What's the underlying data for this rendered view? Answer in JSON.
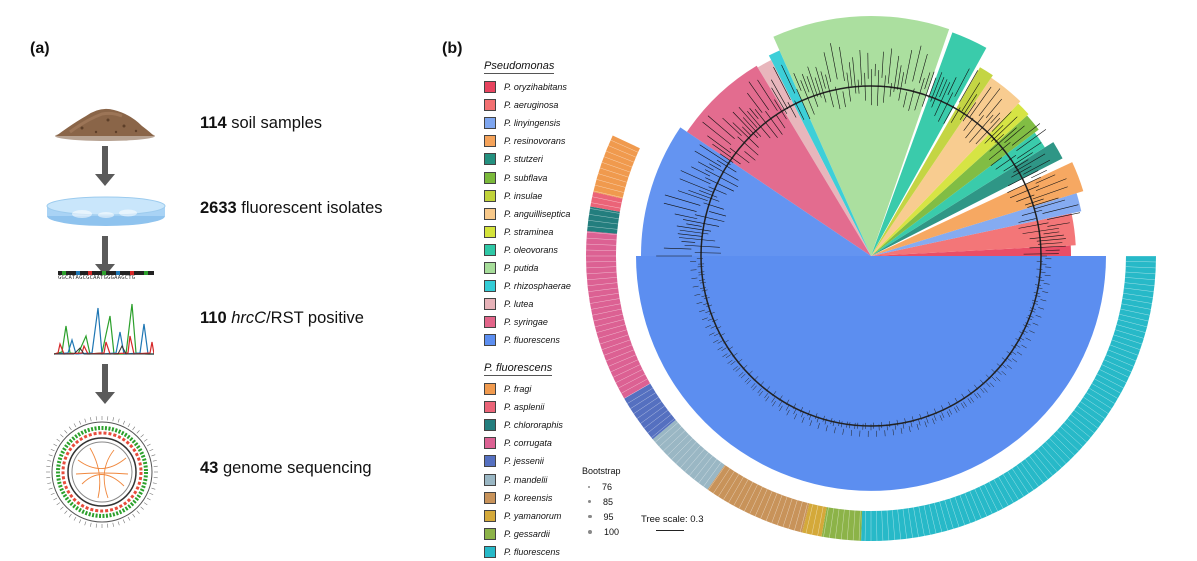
{
  "panel_a": {
    "label": "(a)",
    "steps": [
      {
        "count": "114",
        "text": " soil samples",
        "italic": "",
        "tail": ""
      },
      {
        "count": "2633",
        "text": " fluorescent isolates",
        "italic": "",
        "tail": ""
      },
      {
        "count": "110",
        "text": " ",
        "italic": "hrcC",
        "tail": "/RST positive"
      },
      {
        "count": "43",
        "text": " genome sequencing",
        "italic": "",
        "tail": ""
      }
    ],
    "sequence_text": "GGCATAGCGCAATGGGAAGCTG",
    "icons": [
      "soil-pile-icon",
      "petri-dish-icon",
      "chromatogram-icon",
      "circular-genome-icon"
    ]
  },
  "panel_b": {
    "label": "(b)",
    "legend_pseudomonas": {
      "title": "Pseudomonas",
      "items": [
        {
          "label": "P. oryzihabitans",
          "color": "#e8445f"
        },
        {
          "label": "P. aeruginosa",
          "color": "#f26f71"
        },
        {
          "label": "P. linyingensis",
          "color": "#7ea6f0"
        },
        {
          "label": "P. resinovorans",
          "color": "#f5a35a"
        },
        {
          "label": "P. stutzeri",
          "color": "#24907f"
        },
        {
          "label": "P. subflava",
          "color": "#7ab93a"
        },
        {
          "label": "P. insulae",
          "color": "#c1d33a"
        },
        {
          "label": "P. anguilliseptica",
          "color": "#f8c98a"
        },
        {
          "label": "P. straminea",
          "color": "#d4e33a"
        },
        {
          "label": "P. oleovorans",
          "color": "#2fc8a6"
        },
        {
          "label": "P. putida",
          "color": "#a6dd9a"
        },
        {
          "label": "P. rhizosphaerae",
          "color": "#33ccd6"
        },
        {
          "label": "P. lutea",
          "color": "#e7b2b8"
        },
        {
          "label": "P. syringae",
          "color": "#e26489"
        },
        {
          "label": "P. fluorescens",
          "color": "#5c8ef0"
        }
      ]
    },
    "legend_fluorescens": {
      "title": "P. fluorescens",
      "items": [
        {
          "label": "P. fragi",
          "color": "#f09a4e"
        },
        {
          "label": "P. asplenii",
          "color": "#eb6478"
        },
        {
          "label": "P. chlororaphis",
          "color": "#237e7e"
        },
        {
          "label": "P. corrugata",
          "color": "#dc6193"
        },
        {
          "label": "P. jessenii",
          "color": "#5570c0"
        },
        {
          "label": "P. mandelii",
          "color": "#9ab7c4"
        },
        {
          "label": "P. koreensis",
          "color": "#c8935a"
        },
        {
          "label": "P. yamanorum",
          "color": "#d4a93a"
        },
        {
          "label": "P. gessardii",
          "color": "#8cb348"
        },
        {
          "label": "P. fluorescens",
          "color": "#27b9c8"
        }
      ]
    },
    "bootstrap": {
      "title": "Bootstrap",
      "values": [
        "76",
        "85",
        "95",
        "100"
      ]
    },
    "tree_scale": "Tree scale: 0.3"
  }
}
